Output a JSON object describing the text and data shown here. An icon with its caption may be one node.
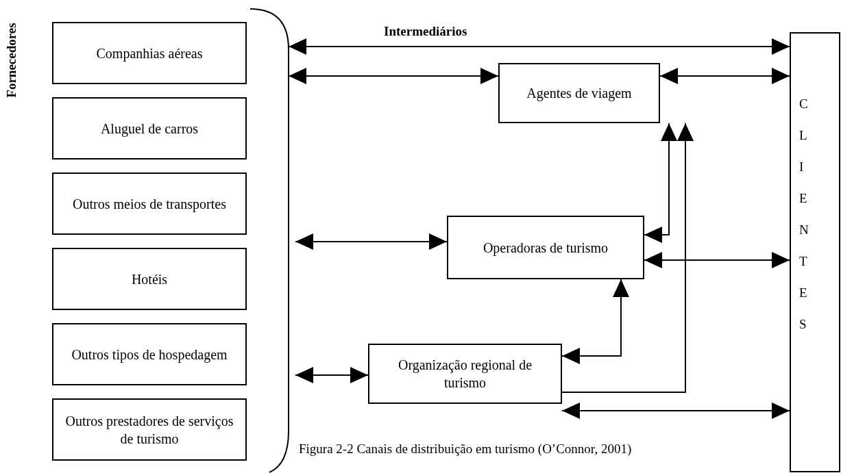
{
  "diagram": {
    "caption": "Figura 2-2 Canais de distribuição em turismo (O’Connor, 2001)",
    "nodes": [
      {
        "text": [
          "Companhias aéreas"
        ]
      },
      {
        "text": [
          "Aluguel de carros"
        ]
      },
      {
        "text": [
          "Outros meios de transportes"
        ]
      },
      {
        "text": [
          "Hotéis"
        ]
      },
      {
        "text": [
          "Outros tipos de hospedagem"
        ]
      },
      {
        "text": [
          "Outros prestadores de serviços de turismo"
        ]
      },
      {
        "text": [],
        "shape": "bracket"
      },
      {
        "text": [
          "Agentes de viagem"
        ]
      },
      {
        "text": [
          "Operadoras de turismo"
        ]
      },
      {
        "text": [
          "Organização regional de turismo"
        ]
      },
      {
        "text": [
          "CLIENTES"
        ]
      }
    ],
    "edges": [
      {
        "from": 6,
        "to": 10,
        "arrow": "both",
        "label": "Intermediários"
      },
      {
        "from": 6,
        "to": 7,
        "arrow": "both"
      },
      {
        "from": 7,
        "to": 10,
        "arrow": "both"
      },
      {
        "from": 6,
        "to": 8,
        "arrow": "both"
      },
      {
        "from": 8,
        "to": 10,
        "arrow": "both"
      },
      {
        "from": 6,
        "to": 9,
        "arrow": "both"
      },
      {
        "from": 9,
        "to": 10,
        "arrow": "both"
      },
      {
        "from": 8,
        "to": 7,
        "arrow": "both"
      },
      {
        "from": 9,
        "to": 7,
        "arrow": "to"
      },
      {
        "from": 9,
        "to": 8,
        "arrow": "both"
      }
    ],
    "labels": [
      "Fornecedores"
    ]
  }
}
